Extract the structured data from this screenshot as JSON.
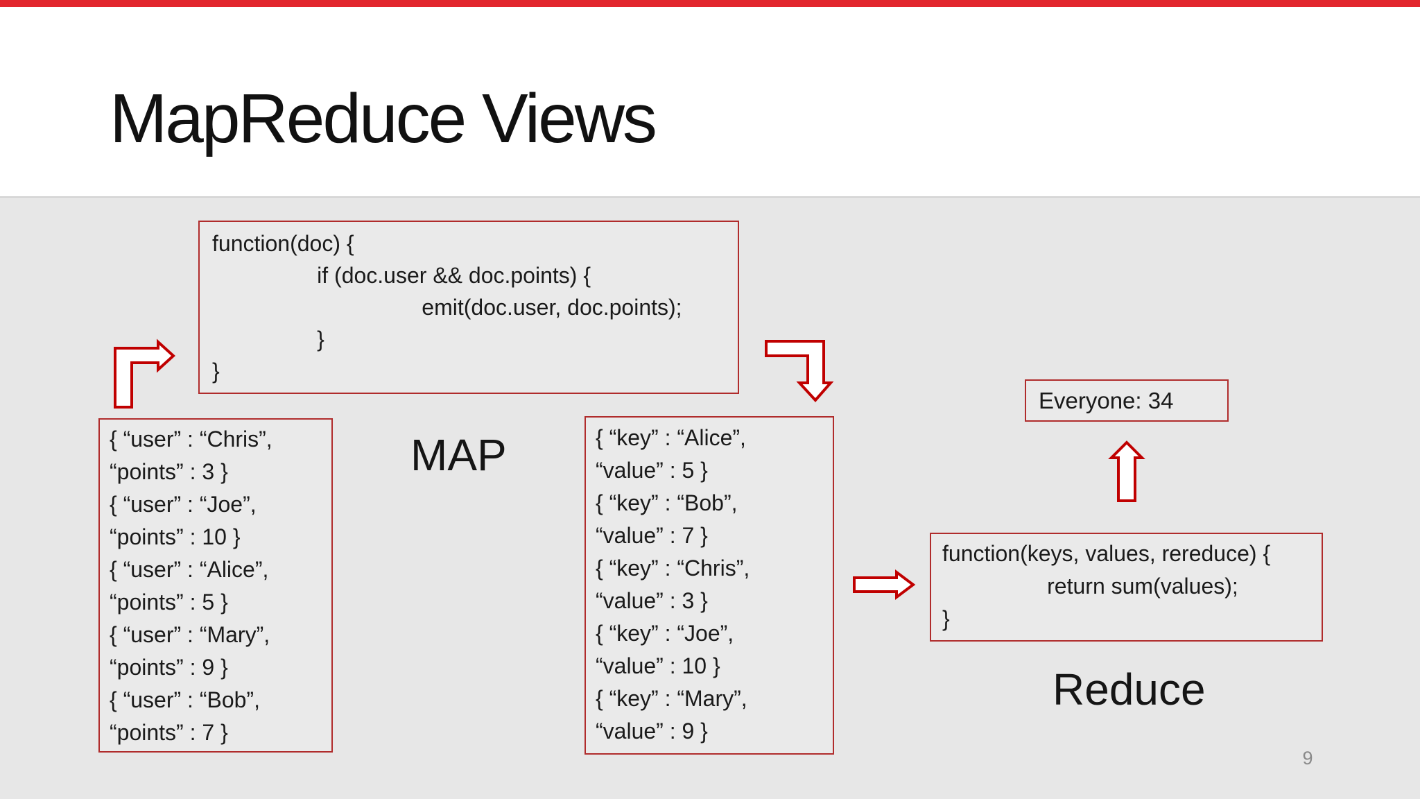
{
  "slide": {
    "title": "MapReduce Views",
    "map_label": "MAP",
    "reduce_label": "Reduce",
    "page_number": "9"
  },
  "map_function_box": {
    "lines": [
      "function(doc) {",
      "\tif (doc.user && doc.points) {",
      "\t\temit(doc.user, doc.points);",
      "\t}",
      "}"
    ]
  },
  "input_documents_box": {
    "lines": [
      "{ “user” : “Chris”,",
      "“points” : 3 }",
      "{ “user” : “Joe”,",
      "“points” : 10 }",
      "{ “user” : “Alice”,",
      "“points” : 5 }",
      "{ “user” : “Mary”,",
      "“points” : 9 }",
      "{ “user” : “Bob”,",
      "“points” : 7 }"
    ]
  },
  "mapped_pairs_box": {
    "lines": [
      "{ “key” : “Alice”,",
      "“value” : 5 }",
      "{ “key” : “Bob”,",
      "“value” : 7 }",
      "{ “key” : “Chris”,",
      "“value” : 3 }",
      "{ “key” : “Joe”,",
      "“value” : 10 }",
      "{ “key” : “Mary”,",
      "“value” : 9 }"
    ]
  },
  "reduce_result_box": {
    "text": "Everyone: 34"
  },
  "reduce_function_box": {
    "lines": [
      "function(keys, values, rereduce) {",
      "\treturn sum(values);",
      "}"
    ]
  },
  "icons": {
    "bent_arrow_up_right": "elbow arrow pointing up then right, white fill with red outline",
    "bent_arrow_right_down": "elbow arrow pointing right then down, white fill with red outline",
    "right_arrow": "straight arrow pointing right, white fill with red outline",
    "up_arrow": "straight arrow pointing up, white fill with red outline"
  },
  "colors": {
    "top_bar_red": "#e2262d",
    "box_border_red": "#b02c2c",
    "arrow_outline_red": "#c00000",
    "body_background": "#e7e7e7",
    "box_background": "#eaeaea",
    "header_background": "#ffffff",
    "text_color": "#1a1a1a",
    "page_number_gray": "#8a8a8a"
  }
}
